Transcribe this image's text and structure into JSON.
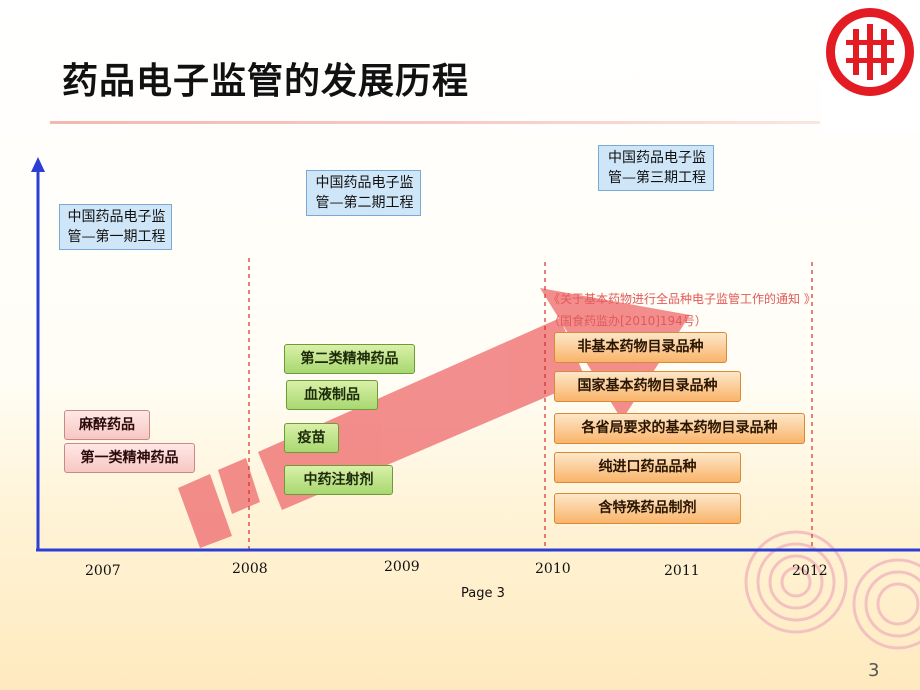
{
  "title": "药品电子监管的发展历程",
  "phases": [
    {
      "label": "中国药品电子监管—第一期工程"
    },
    {
      "label": "中国药品电子监管—第二期工程"
    },
    {
      "label": "中国药品电子监管—第三期工程"
    }
  ],
  "phase1_items": [
    "麻醉药品",
    "第一类精神药品"
  ],
  "phase2_items": [
    "第二类精神药品",
    "血液制品",
    "疫苗",
    "中药注射剂"
  ],
  "phase3_items": [
    "非基本药物目录品种",
    "国家基本药物目录品种",
    "各省局要求的基本药物目录品种",
    "纯进口药品品种",
    "含特殊药品制剂"
  ],
  "notice_text": "《关于基本药物进行全品种电子监管工作的通知 》（国食药监办[2010]194号）",
  "years": [
    "2007",
    "2008",
    "2009",
    "2010",
    "2011",
    "2012"
  ],
  "page_label": "Page 3",
  "page_number": "3",
  "colors": {
    "axis": "#2b3fd6",
    "arrow": "#f08080",
    "logo": "#e31b23"
  }
}
